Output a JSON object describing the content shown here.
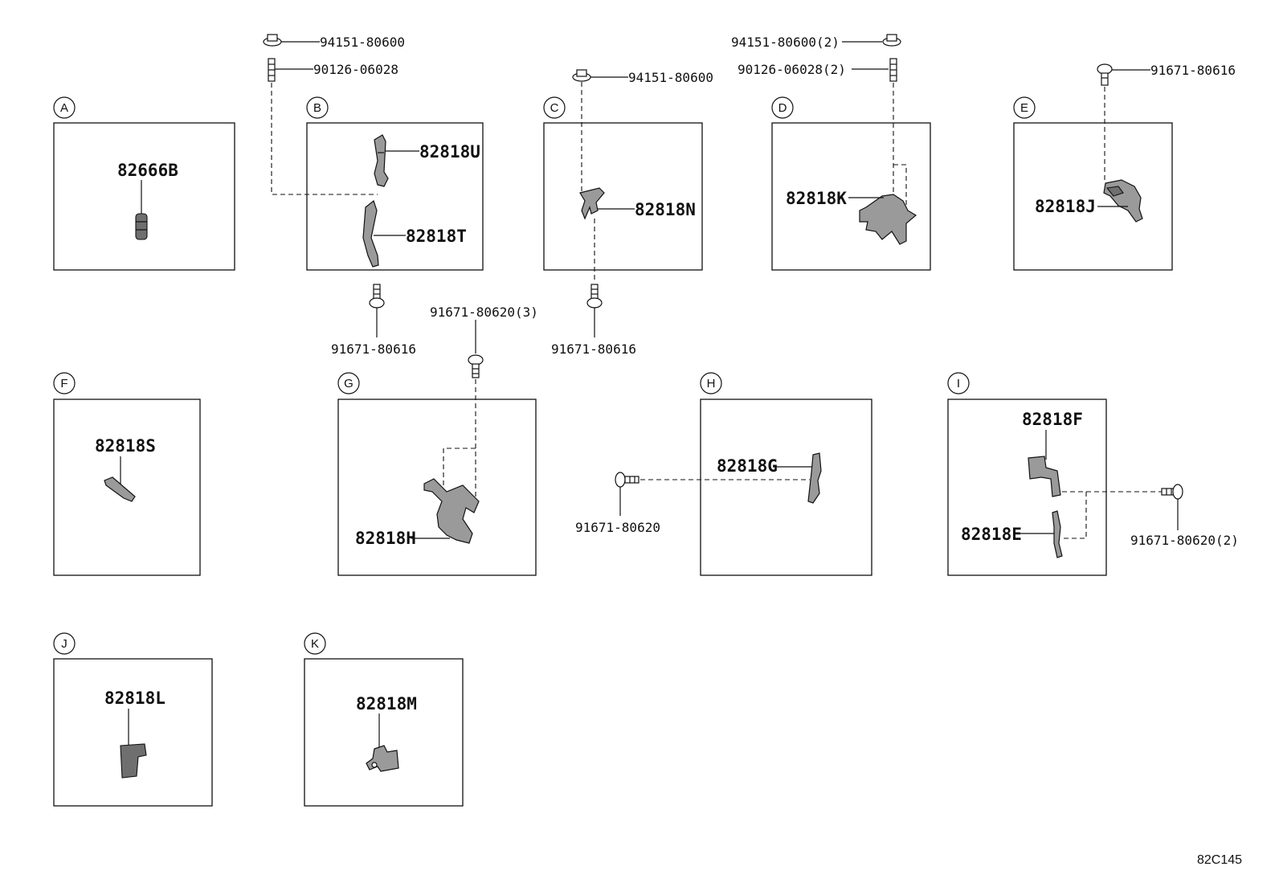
{
  "panels": {
    "A": {
      "id": "A",
      "part": "82666B"
    },
    "B": {
      "id": "B",
      "part1": "82818U",
      "part2": "82818T"
    },
    "C": {
      "id": "C",
      "part": "82818N"
    },
    "D": {
      "id": "D",
      "part": "82818K"
    },
    "E": {
      "id": "E",
      "part": "82818J"
    },
    "F": {
      "id": "F",
      "part": "82818S"
    },
    "G": {
      "id": "G",
      "part": "82818H"
    },
    "H": {
      "id": "H",
      "part": "82818G"
    },
    "I": {
      "id": "I",
      "part1": "82818F",
      "part2": "82818E"
    },
    "J": {
      "id": "J",
      "part": "82818L"
    },
    "K": {
      "id": "K",
      "part": "82818M"
    }
  },
  "hardware": {
    "b_nut": "94151-80600",
    "b_stud": "90126-06028",
    "b_bolt": "91671-80616",
    "c_nut": "94151-80600",
    "c_bolt": "91671-80616",
    "d_nut": "94151-80600(2)",
    "d_stud": "90126-06028(2)",
    "e_bolt": "91671-80616",
    "g_bolt": "91671-80620(3)",
    "h_bolt": "91671-80620",
    "i_bolt": "91671-80620(2)"
  },
  "reference_code": "82C145"
}
